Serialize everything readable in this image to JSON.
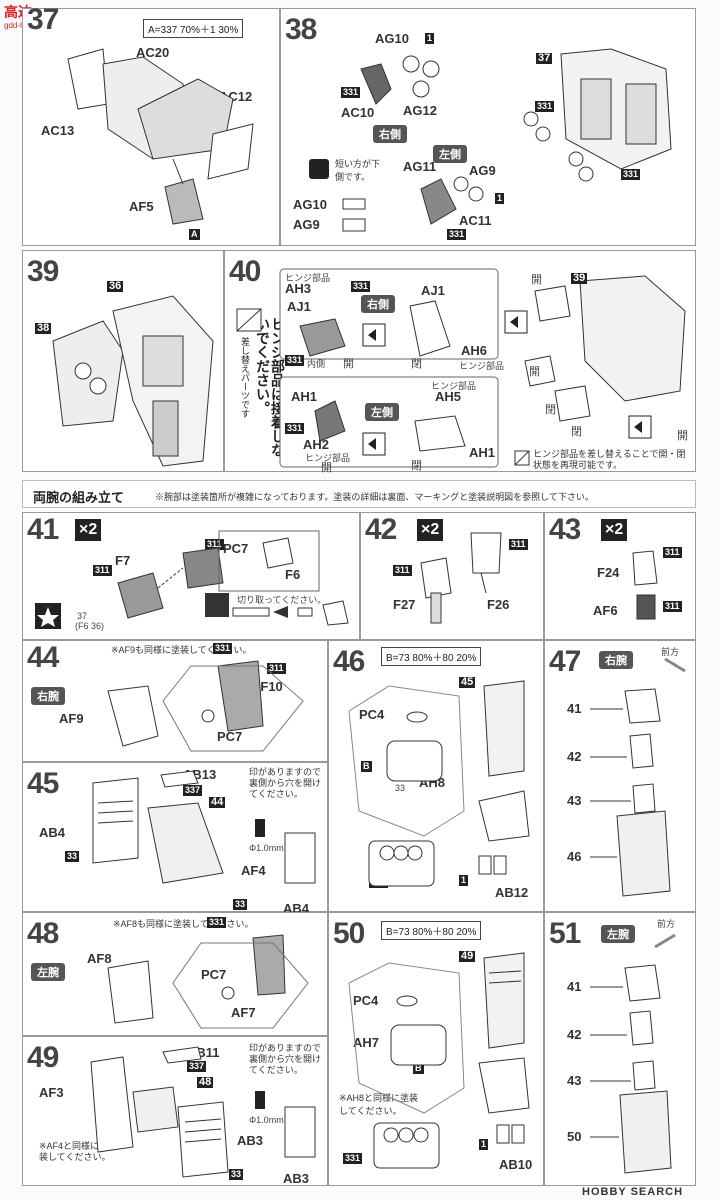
{
  "watermark": {
    "site": "高达",
    "sub": "gdd-hob.net"
  },
  "footer": {
    "brand": "HOBBY SEARCH"
  },
  "step37": {
    "number": "37",
    "ratio": "A=337 70%＋1 30%",
    "parts": [
      "AC20",
      "AC12",
      "AC13",
      "AF5"
    ],
    "badge": "A"
  },
  "step38": {
    "number": "38",
    "parts_right": [
      "AG10",
      "AC10",
      "AG12"
    ],
    "right_side": "右側",
    "left_side": "左側",
    "parts_left": [
      "AG11",
      "AG9",
      "AC11"
    ],
    "note": "短い方が下側です。",
    "parts_note": [
      "AG10",
      "AG9"
    ],
    "ref": "37",
    "codes": [
      "331",
      "1"
    ]
  },
  "step39": {
    "number": "39",
    "refs": [
      "36",
      "38"
    ]
  },
  "step40": {
    "number": "40",
    "hinge_notice": "ヒンジ部品は接着しないでください。",
    "swap_label": "差し替えパーツです",
    "hinge_label": "ヒンジ部品",
    "right_side": "右側",
    "left_side": "左側",
    "inner": "内側",
    "open": "開",
    "close": "閉",
    "parts": [
      "AH3",
      "AJ1",
      "AJ1",
      "AH6",
      "AH1",
      "AH2",
      "AH5",
      "AH1"
    ],
    "ref": "39",
    "bottom_note": "ヒンジ部品を差し替えることで開・閉状態を再現可能です。"
  },
  "section": {
    "title": "両腕の組み立て",
    "note": "※腕部は塗装箇所が複雑になっております。塗装の詳細は裏面、マーキングと塗装説明図を参照して下さい。"
  },
  "step41": {
    "number": "41",
    "mult": "×2",
    "parts": [
      "F7",
      "PC7",
      "F6"
    ],
    "cut_note": "切り取ってください。",
    "f6_ref": "(F6 36)",
    "num37": "37",
    "code": "311"
  },
  "step42": {
    "number": "42",
    "mult": "×2",
    "parts": [
      "F27",
      "F26"
    ],
    "code": "311"
  },
  "step43": {
    "number": "43",
    "mult": "×2",
    "parts": [
      "F24",
      "AF6"
    ],
    "code": "311"
  },
  "step44": {
    "number": "44",
    "side": "右腕",
    "note": "※AF9も同様に塗装してください。",
    "parts": [
      "AF9",
      "AF10",
      "PC7"
    ],
    "codes": [
      "331",
      "311"
    ]
  },
  "step45": {
    "number": "45",
    "parts": [
      "AB13",
      "AB4",
      "AF4",
      "AB4"
    ],
    "ref": "44",
    "hole_note": "印がありますので裏側から穴を開けてください。",
    "drill": "Φ1.0mm",
    "codes": [
      "337",
      "33",
      "33"
    ]
  },
  "step46": {
    "number": "46",
    "ratio": "B=73 80%＋80 20%",
    "parts": [
      "PC4",
      "AH8",
      "AB12"
    ],
    "ref": "45",
    "badge": "B",
    "codes": [
      "33",
      "331",
      "1"
    ]
  },
  "step47": {
    "number": "47",
    "side": "右腕",
    "front": "前方",
    "refs": [
      "41",
      "42",
      "43",
      "46"
    ]
  },
  "step48": {
    "number": "48",
    "side": "左腕",
    "note": "※AF8も同様に塗装してください。",
    "parts": [
      "AF8",
      "PC7",
      "AF7"
    ],
    "code": "331"
  },
  "step49": {
    "number": "49",
    "parts": [
      "AB11",
      "AF3",
      "AB3",
      "AB3"
    ],
    "ref": "48",
    "hole_note": "印がありますので裏側から穴を開けてください。",
    "drill": "Φ1.0mm",
    "note2": "※AF4と同様に塗装してください。",
    "codes": [
      "337",
      "33"
    ]
  },
  "step50": {
    "number": "50",
    "ratio": "B=73 80%＋80 20%",
    "parts": [
      "PC4",
      "AH7",
      "AB10"
    ],
    "ref": "49",
    "badge": "B",
    "note": "※AH8と同様に塗装してください。",
    "codes": [
      "331",
      "1"
    ]
  },
  "step51": {
    "number": "51",
    "side": "左腕",
    "front": "前方",
    "refs": [
      "41",
      "42",
      "43",
      "50"
    ]
  }
}
